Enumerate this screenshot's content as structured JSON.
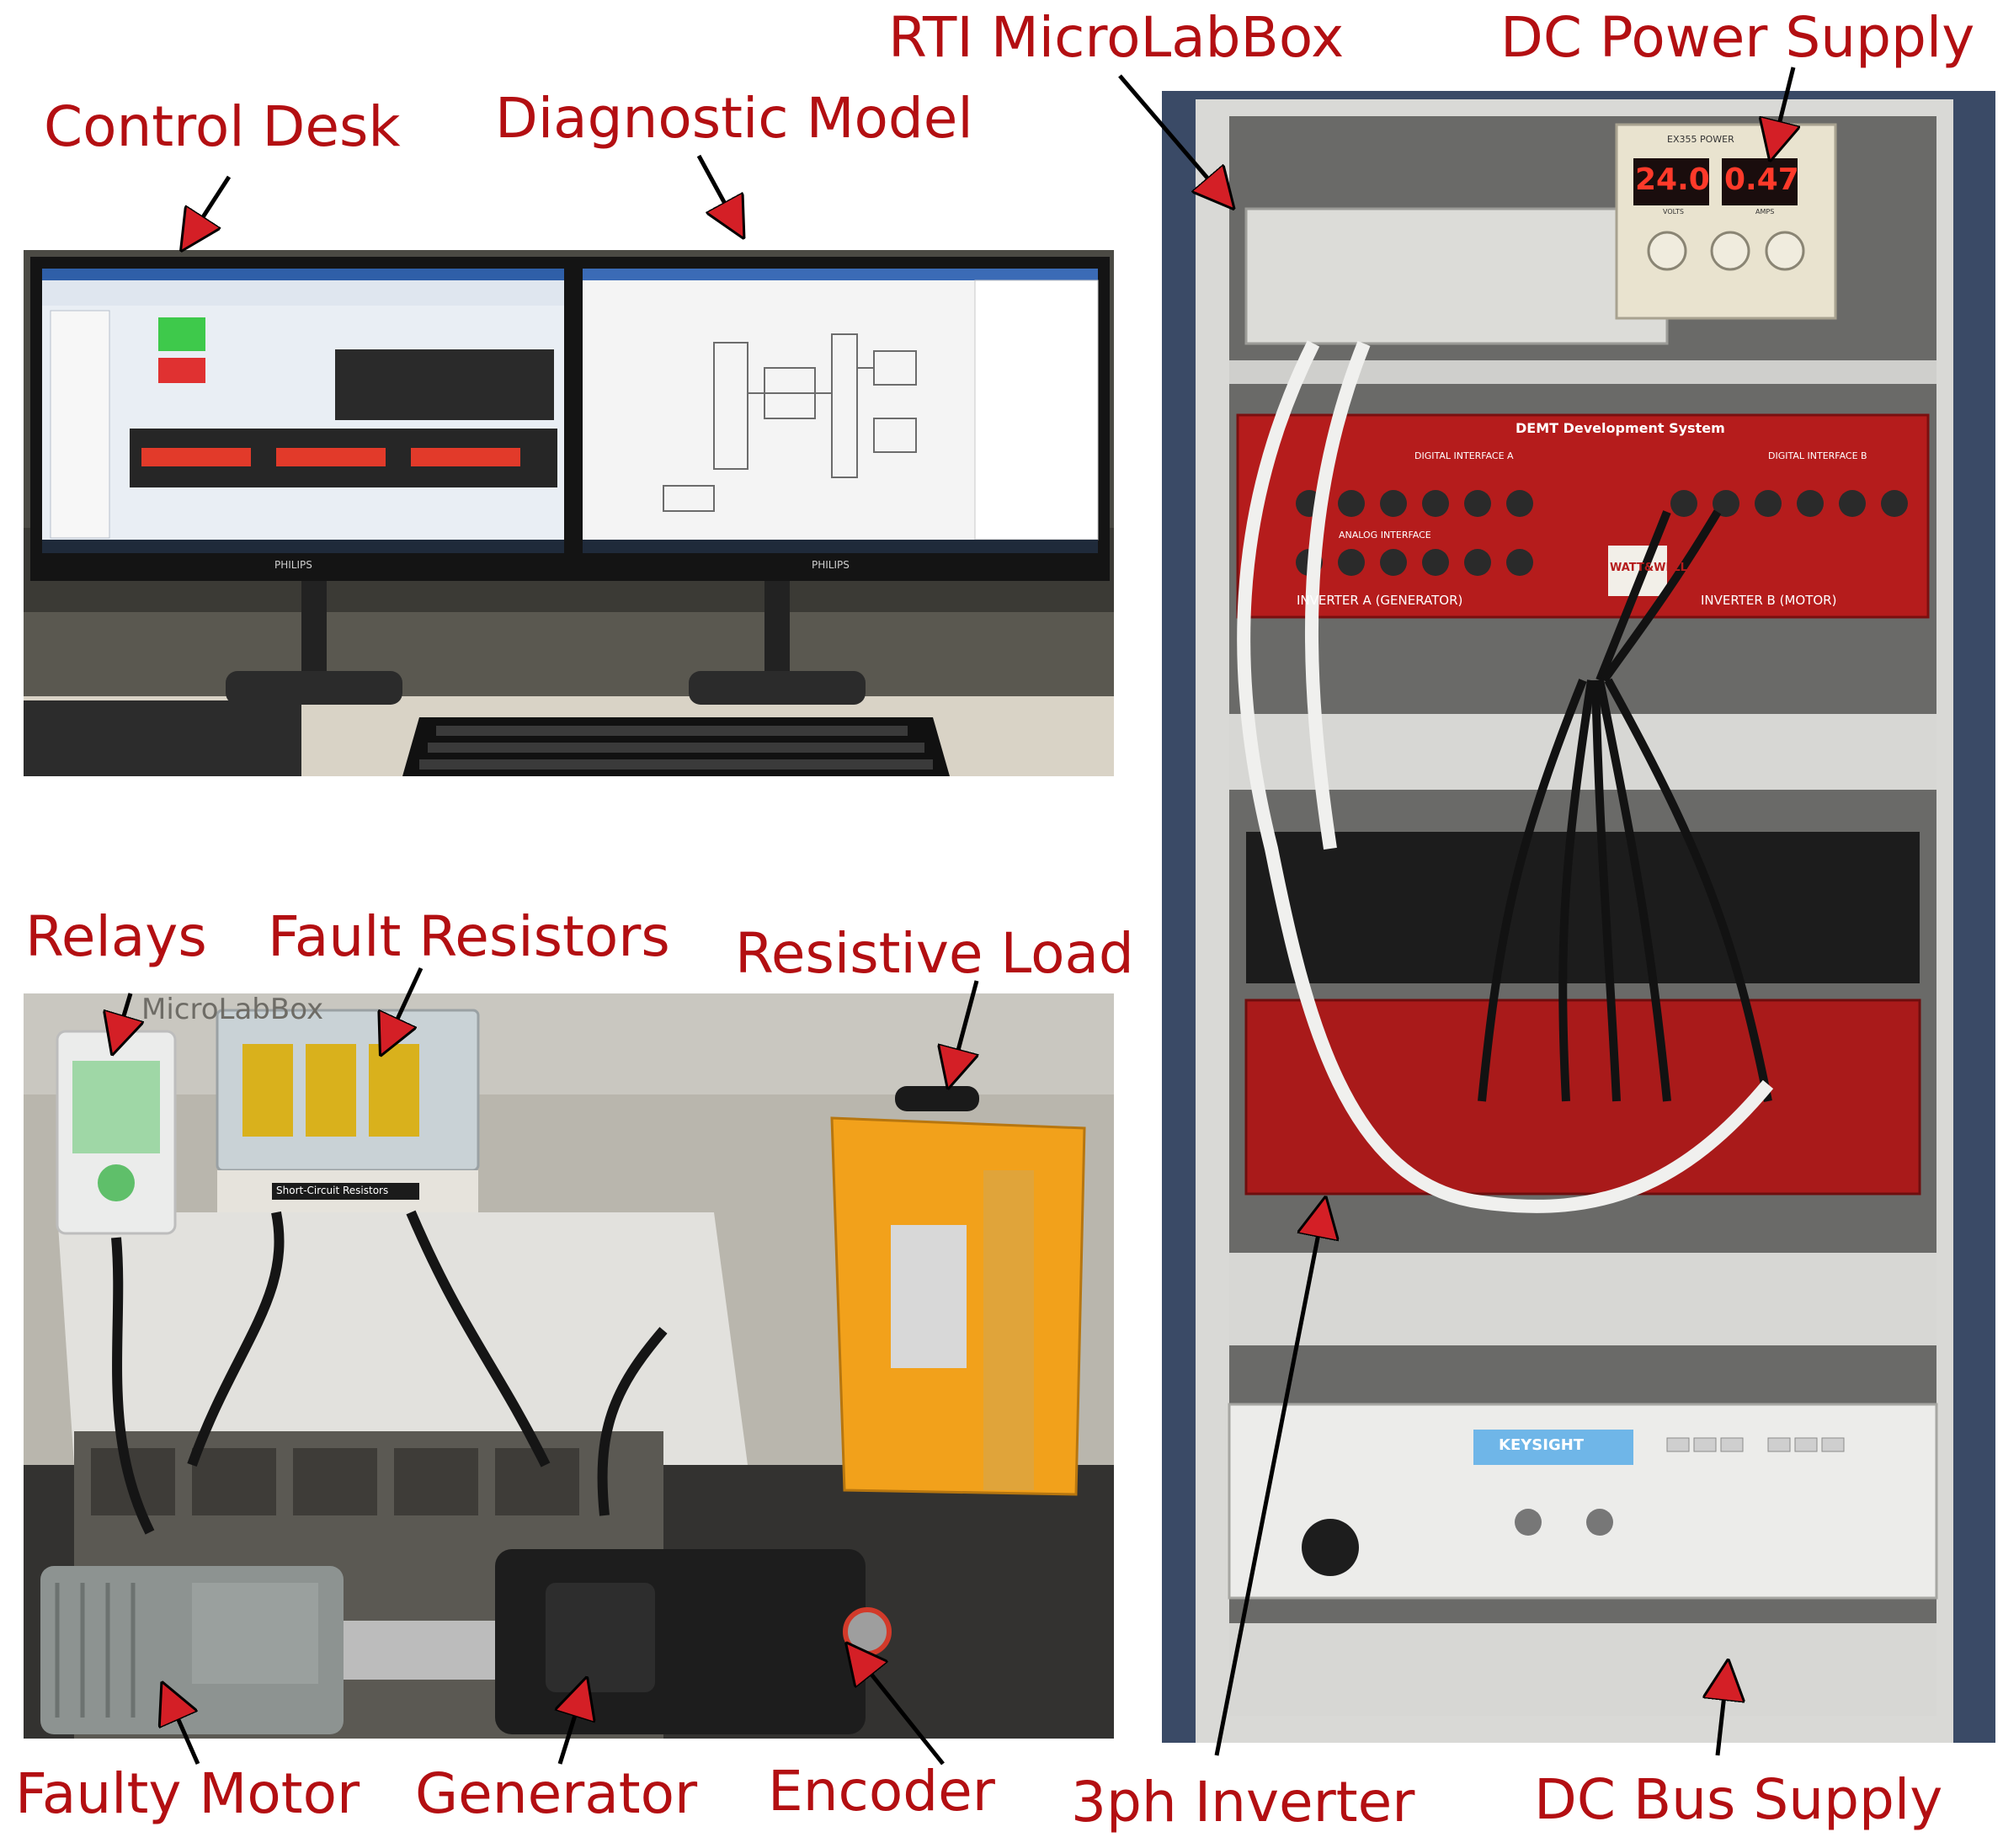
{
  "labels": {
    "control_desk": "Control Desk",
    "diagnostic_model": "Diagnostic Model",
    "rti_microlabbox": "RTI MicroLabBox",
    "dc_power_supply": "DC Power Supply",
    "relays": "Relays",
    "fault_resistors": "Fault Resistors",
    "resistive_load": "Resistive Load",
    "faulty_motor": "Faulty Motor",
    "generator": "Generator",
    "encoder": "Encoder",
    "three_ph_inverter": "3ph Inverter",
    "dc_bus_supply": "DC Bus Supply"
  },
  "device_text": {
    "monitor_brand": "PHILIPS",
    "psu_voltage": "24.0",
    "psu_current": "0.47",
    "psu_unit_volts": "VOLTS",
    "psu_unit_amps": "AMPS",
    "psu_model": "EX355 POWER",
    "demt_title": "DEMT Development System",
    "digital_interface_a": "DIGITAL INTERFACE A",
    "digital_interface_b": "DIGITAL INTERFACE B",
    "analog_interface": "ANALOG INTERFACE",
    "inverter_a": "INVERTER A (GENERATOR)",
    "inverter_b": "INVERTER B (MOTOR)",
    "watt_well": "WATT&WELL",
    "short_circuit_resistors": "Short-Circuit Resistors",
    "keysight": "KEYSIGHT",
    "microlabbox_print": "MicroLabBox"
  },
  "colors": {
    "label_red": "#b30f12",
    "arrow_red": "#d41f26",
    "inverter_red": "#b51c1c",
    "load_orange": "#f2a11b",
    "rack_grey": "#d9d9d6"
  }
}
